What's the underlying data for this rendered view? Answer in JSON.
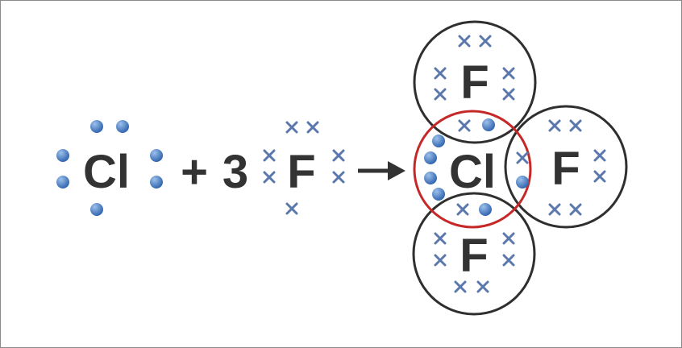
{
  "equation": {
    "reactant_atom": "Cl",
    "plus": "+",
    "coefficient": "3",
    "second_reactant_atom": "F",
    "arrow": "→"
  },
  "product": {
    "central_atom": "Cl",
    "outer_atoms": [
      "F",
      "F",
      "F"
    ]
  },
  "colors": {
    "chlorine_electron": "#4a7fc4",
    "fluorine_electron": "#5a78ad",
    "text": "#333333",
    "chlorine_shell": "#c62828",
    "fluorine_shell": "#2f2f2f"
  },
  "electron_counts": {
    "chlorine": 7,
    "fluorine": 7
  }
}
